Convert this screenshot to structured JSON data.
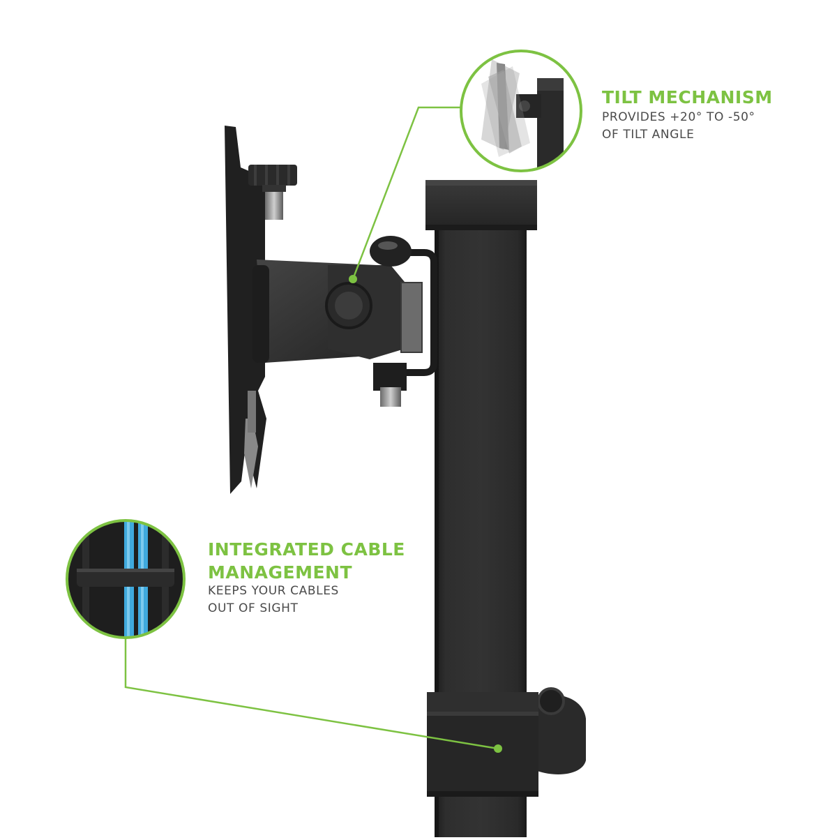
{
  "colors": {
    "accent": "#7dc242",
    "product": "#2c2c2c",
    "cable_blue": "#3fa9dd",
    "text_dark": "#4a4a4a"
  },
  "callouts": {
    "tilt": {
      "title_line1": "TILT MECHANISM",
      "desc_line1": "PROVIDES +20° TO -50°",
      "desc_line2": "OF TILT ANGLE"
    },
    "cable": {
      "title_line1": "INTEGRATED CABLE",
      "title_line2": "MANAGEMENT",
      "desc_line1": "KEEPS YOUR CABLES",
      "desc_line2": "OUT OF SIGHT"
    }
  }
}
